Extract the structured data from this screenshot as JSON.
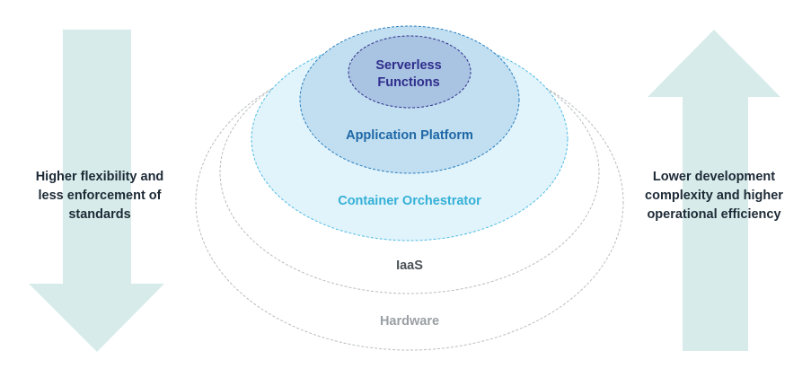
{
  "left_arrow": {
    "direction": "down",
    "color": "#d7ecea",
    "lines": [
      "Higher flexibility and",
      "less enforcement of",
      "standards"
    ]
  },
  "right_arrow": {
    "direction": "up",
    "color": "#d7ecea",
    "lines": [
      "Lower development",
      "complexity and higher",
      "operational efficiency"
    ]
  },
  "layers": {
    "hardware": {
      "label": "Hardware",
      "text_color": "#9aa0a4",
      "border_color": "#b9bdc0"
    },
    "iaas": {
      "label": "IaaS",
      "text_color": "#4b5257",
      "border_color": "#b9bdc0"
    },
    "container": {
      "label": "Container Orchestrator",
      "text_color": "#33b0d6",
      "fill": "#e1f3fb",
      "border_color": "#4fbde3"
    },
    "app_platform": {
      "label": "Application Platform",
      "text_color": "#1f67a6",
      "fill": "#c1dff0",
      "border_color": "#2b7fc0"
    },
    "serverless": {
      "lines": [
        "Serverless",
        "Functions"
      ],
      "text_color": "#2f2d8c",
      "fill": "#a9c3e2",
      "border_color": "#2f2d8c"
    }
  }
}
